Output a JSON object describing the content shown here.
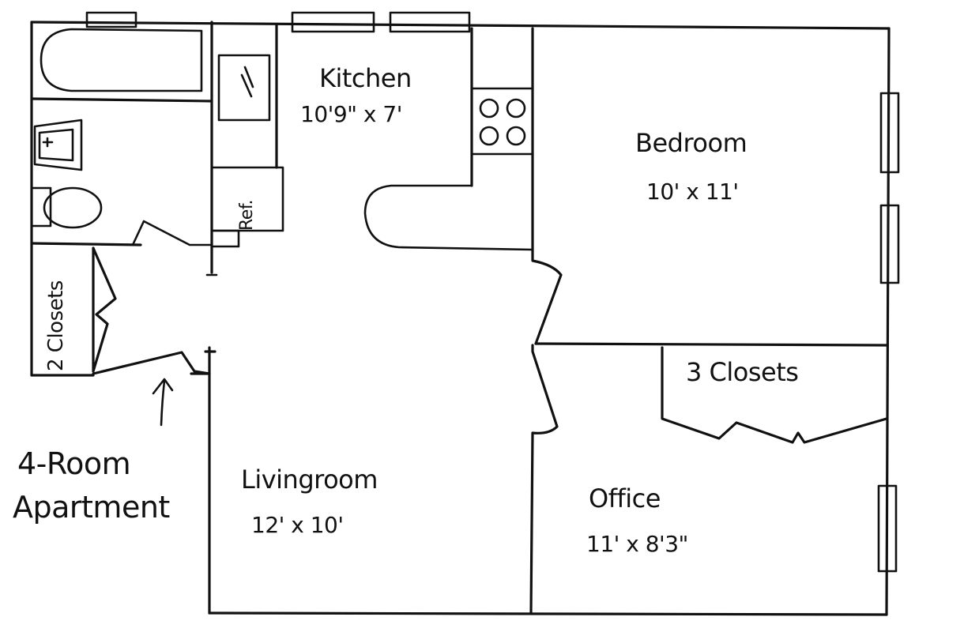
{
  "plan": {
    "title_line1": "4-Room",
    "title_line2": "Apartment",
    "stroke_color": "#111111",
    "background_color": "#ffffff"
  },
  "rooms": {
    "kitchen": {
      "name": "Kitchen",
      "size": "10'9\" x 7'"
    },
    "bedroom": {
      "name": "Bedroom",
      "size": "10' x 11'"
    },
    "livingroom": {
      "name": "Livingroom",
      "size": "12' x 10'"
    },
    "office": {
      "name": "Office",
      "size": "11' x 8'3\""
    }
  },
  "closets": {
    "left": "2 Closets",
    "office": "3 Closets"
  },
  "fixtures": {
    "refrigerator": "Ref.",
    "stove_burners": 4
  },
  "icons": {
    "entrance_arrow": "arrow-up-icon"
  }
}
